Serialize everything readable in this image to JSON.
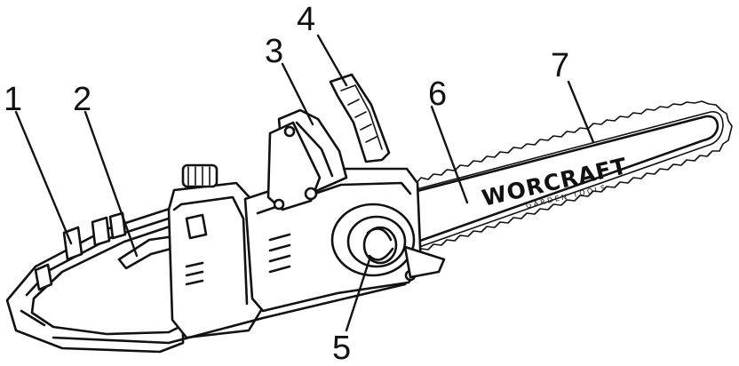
{
  "diagram": {
    "callouts": [
      {
        "id": "1",
        "label": "1"
      },
      {
        "id": "2",
        "label": "2"
      },
      {
        "id": "3",
        "label": "3"
      },
      {
        "id": "4",
        "label": "4"
      },
      {
        "id": "5",
        "label": "5"
      },
      {
        "id": "6",
        "label": "6"
      },
      {
        "id": "7",
        "label": "7"
      }
    ],
    "bar_branding": {
      "brand": "WORCRAFT",
      "tagline": "GARDEN TOOLS"
    }
  },
  "colors": {
    "ink": "#111111",
    "paper": "#ffffff"
  }
}
